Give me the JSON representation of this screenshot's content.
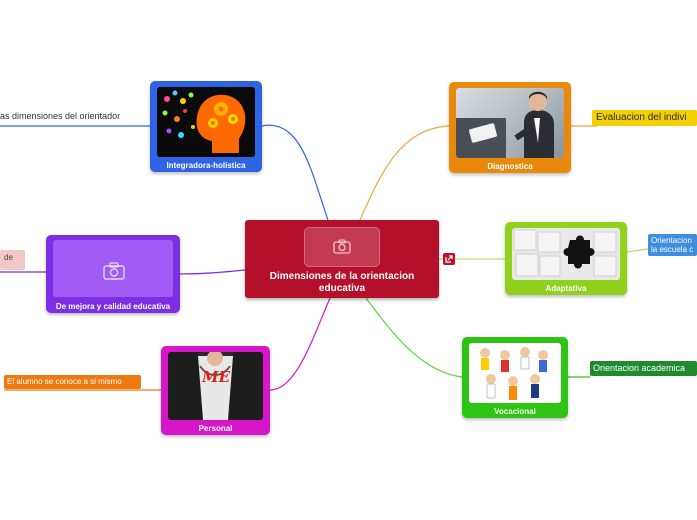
{
  "central": {
    "title": "Dimensiones de la orientacion educativa",
    "icon": "camera-icon",
    "color": "#b5102a"
  },
  "nodes": {
    "integradora": {
      "label": "Integradora-holística",
      "color": "#2f63e6",
      "icon": "brain-gears-icon"
    },
    "diagnostica": {
      "label": "Diagnostica",
      "color": "#e8890c",
      "icon": "consultation-photo"
    },
    "adaptativa": {
      "label": "Adaptativa",
      "color": "#8fd11c",
      "icon": "puzzle-icon"
    },
    "vocacional": {
      "label": "Vocacional",
      "color": "#2ec413",
      "icon": "professions-icon"
    },
    "personal": {
      "label": "Personal",
      "color": "#d716c9",
      "icon": "superhero-me-icon"
    },
    "mejora": {
      "label": "De mejora y calidad educativa",
      "color": "#7c2fe4",
      "icon": "camera-icon"
    }
  },
  "topics": {
    "dimensiones_orientador": {
      "text": "as dimensiones del orientador"
    },
    "evaluacion": {
      "text": "Evaluacion del indivi",
      "color": "#f5d000"
    },
    "orientacion_escuela": {
      "line1": "Orientacion",
      "line2": "la escuela c",
      "color": "#3d8ee0"
    },
    "orientacion_academica": {
      "text": "Orientacion academica",
      "color": "#1f8a2e"
    },
    "alumno": {
      "text": "El alumno se conoce a si mismo",
      "color": "#ee7a10"
    },
    "de": {
      "text": "de",
      "color": "#f0c8c8"
    }
  },
  "picture_text": {
    "me_badge": "ME"
  },
  "colors": {
    "link_icon": "#c0102a"
  }
}
